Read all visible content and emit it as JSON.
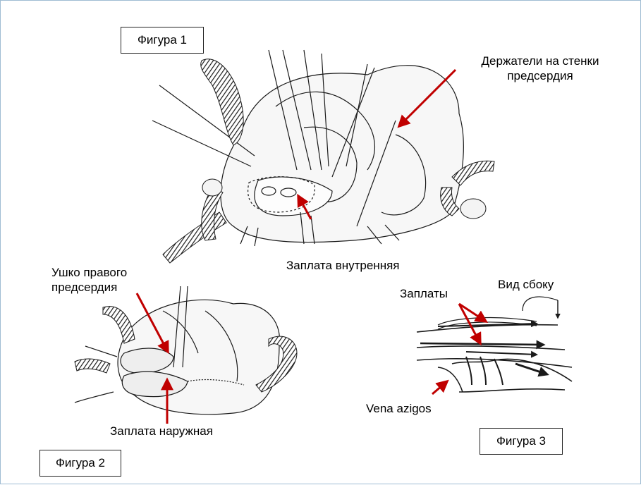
{
  "figures": {
    "fig1": "Фигура 1",
    "fig2": "Фигура 2",
    "fig3": "Фигура 3"
  },
  "labels": {
    "holders_line1": "Держатели на стенки",
    "holders_line2": "предсердия",
    "inner_patch": "Заплата внутренняя",
    "auricle_line1": "Ушко правого",
    "auricle_line2": "предсердия",
    "outer_patch": "Заплата наружная",
    "patches": "Заплаты",
    "side_view": "Вид сбоку",
    "vena_azigos": "Vena azigos"
  },
  "colors": {
    "arrow": "#c00000",
    "ink": "#1a1a1a",
    "vessel": "#2a2a2a"
  }
}
